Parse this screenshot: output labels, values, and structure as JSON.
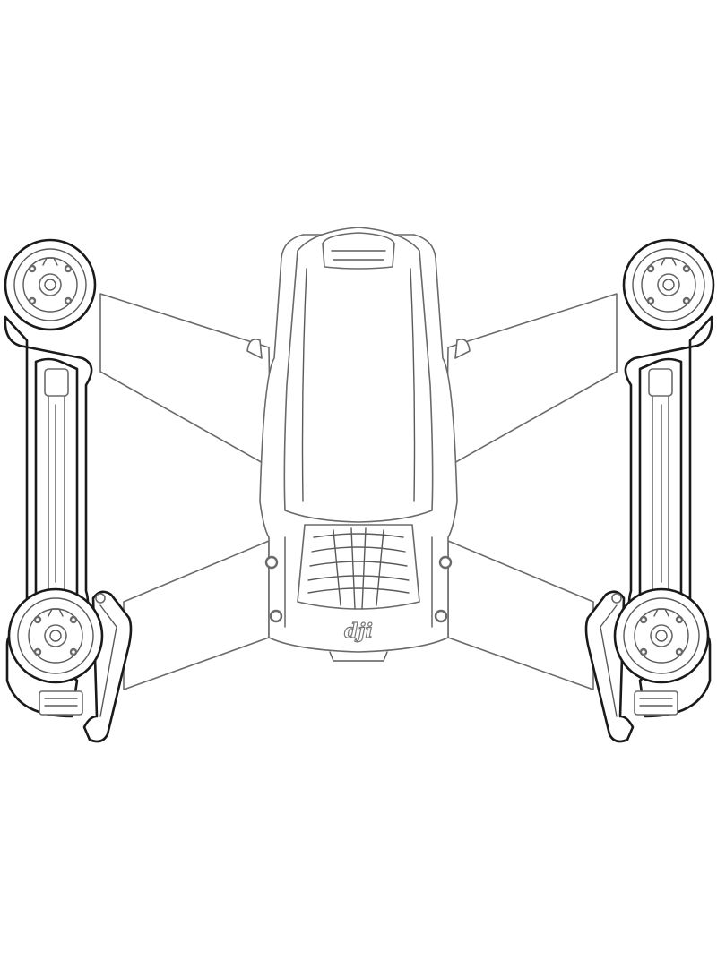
{
  "diagram": {
    "subject": "drone-top-view-line-drawing",
    "logo_text": "dji",
    "colors": {
      "line": "#1a1a1a",
      "thin_line": "#5a5a5a",
      "background": "#ffffff"
    },
    "propeller_motors": [
      "front-left",
      "front-right",
      "rear-left",
      "rear-right"
    ],
    "arms": [
      "left",
      "right"
    ]
  }
}
